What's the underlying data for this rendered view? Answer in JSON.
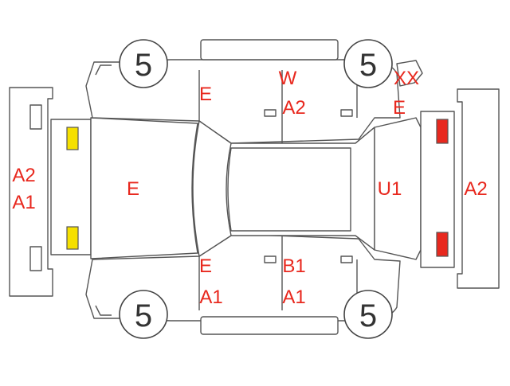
{
  "colors": {
    "outline": "#555555",
    "damage_text": "#e8281e",
    "lamp_amber": "#f5e000",
    "lamp_red": "#e8281e",
    "background": "#ffffff"
  },
  "tires": {
    "front_left": "5",
    "rear_left": "5",
    "front_right": "5",
    "rear_right": "5"
  },
  "codes": {
    "front_bumper_1": "A2",
    "front_bumper_2": "A1",
    "hood": "E",
    "top_front_door": "E",
    "top_rear_door_1": "W",
    "top_rear_door_2": "A2",
    "top_rear_fender_1": "XX",
    "top_rear_fender_2": "E",
    "trunk": "U1",
    "rear_bumper": "A2",
    "bottom_front_door_1": "E",
    "bottom_front_door_2": "A1",
    "bottom_rear_door_1": "B1",
    "bottom_rear_door_2": "A1"
  }
}
